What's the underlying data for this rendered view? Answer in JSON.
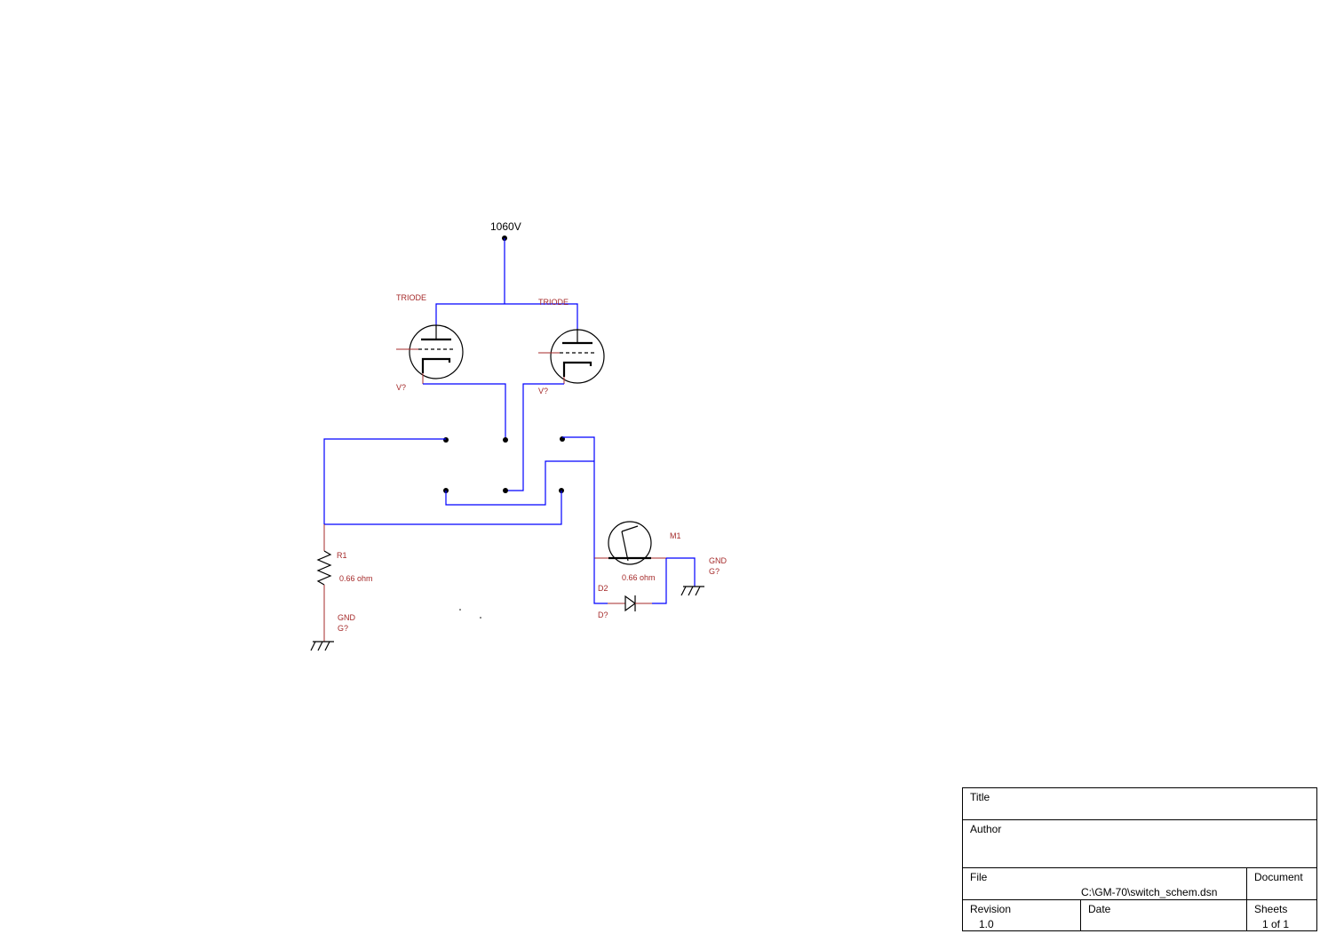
{
  "schematic": {
    "supply_label": "1060V",
    "tubes": [
      {
        "type_label": "TRIODE",
        "ref_label": "V?"
      },
      {
        "type_label": "TRIODE",
        "ref_label": "V?"
      }
    ],
    "resistor": {
      "ref_label": "R1",
      "value_label": "0.66 ohm"
    },
    "meter": {
      "ref_label": "M1",
      "value_label": "0.66 ohm"
    },
    "diode": {
      "ref_label": "D2",
      "part_label": "D?"
    },
    "grounds": [
      {
        "net_label": "GND",
        "ref_label": "G?"
      },
      {
        "net_label": "GND",
        "ref_label": "G?"
      }
    ]
  },
  "title_block": {
    "title_caption": "Title",
    "title_value": "",
    "author_caption": "Author",
    "author_value": "",
    "file_caption": "File",
    "file_value": "C:\\GM-70\\switch_schem.dsn",
    "document_caption": "Document",
    "revision_caption": "Revision",
    "revision_value": "1.0",
    "date_caption": "Date",
    "date_value": "",
    "sheets_caption": "Sheets",
    "sheets_value": "1 of 1"
  },
  "colors": {
    "wire": "#0000ff",
    "label": "#a52a2a",
    "part": "#000000",
    "background": "#ffffff"
  }
}
